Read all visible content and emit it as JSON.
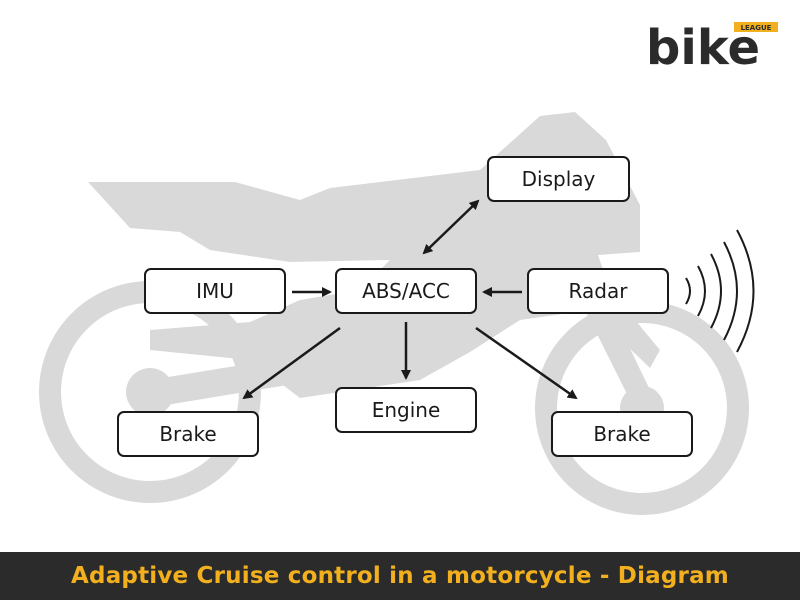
{
  "brand": {
    "logo_text": "bike",
    "logo_subtext": "LEAGUE"
  },
  "diagram": {
    "nodes": {
      "display": "Display",
      "imu": "IMU",
      "abs_acc": "ABS/ACC",
      "radar": "Radar",
      "brake_front": "Brake",
      "engine": "Engine",
      "brake_rear": "Brake"
    },
    "edges": [
      {
        "from": "imu",
        "to": "abs_acc",
        "direction": "forward"
      },
      {
        "from": "radar",
        "to": "abs_acc",
        "direction": "forward"
      },
      {
        "from": "abs_acc",
        "to": "display",
        "direction": "both"
      },
      {
        "from": "abs_acc",
        "to": "brake_front",
        "direction": "forward"
      },
      {
        "from": "abs_acc",
        "to": "engine",
        "direction": "forward"
      },
      {
        "from": "abs_acc",
        "to": "brake_rear",
        "direction": "forward"
      }
    ]
  },
  "caption": "Adaptive Cruise control in a motorcycle - Diagram",
  "colors": {
    "accent": "#f2b01e",
    "dark": "#2b2b2b",
    "silhouette": "#d9d9d9",
    "node_border": "#1a1a1a"
  }
}
